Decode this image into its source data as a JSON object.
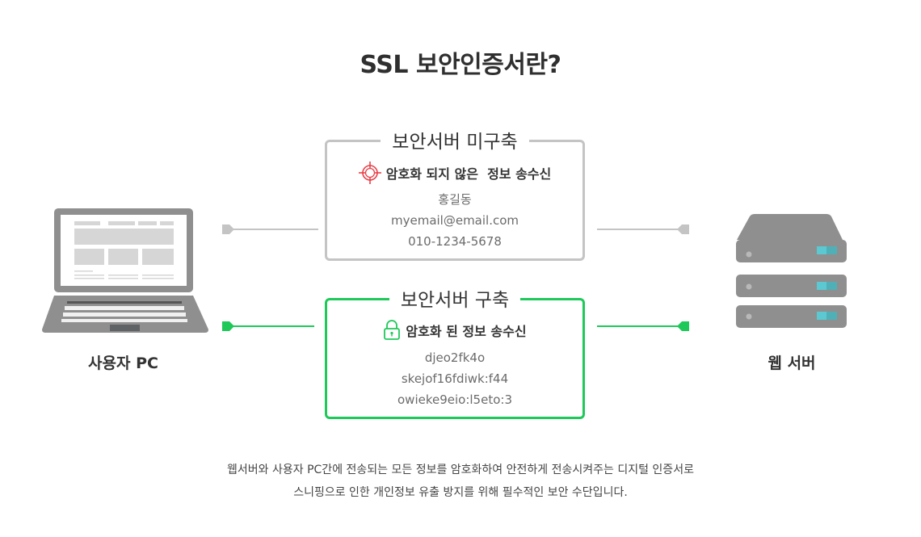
{
  "title": "SSL 보안인증서란?",
  "unsecured": {
    "label": "보안서버 미구축",
    "subtitle": "암호화 되지 않은  정보 송수신",
    "icon": "target-icon",
    "lines": [
      "홍길동",
      "myemail@email.com",
      "010-1234-5678"
    ],
    "color": "#c4c4c4"
  },
  "secured": {
    "label": "보안서버 구축",
    "subtitle": "암호화 된 정보 송수신",
    "icon": "lock-icon",
    "lines": [
      "djeo2fk4o",
      "skejof16fdiwk:f44",
      "owieke9eio:l5eto:3"
    ],
    "color": "#1ec95a"
  },
  "client": {
    "label": "사용자 PC",
    "icon": "laptop-icon"
  },
  "server": {
    "label": "웹 서버",
    "icon": "server-icon"
  },
  "description": [
    "웹서버와 사용자 PC간에 전송되는 모든 정보를 암호화하여 안전하게 전송시켜주는 디지털 인증서로",
    "스니핑으로 인한 개인정보 유출 방지를 위해 필수적인 보안 수단입니다."
  ],
  "colors": {
    "gray": "#c4c4c4",
    "green": "#1ec95a",
    "target_red": "#e8414a",
    "server_led": "#5bc8d2"
  }
}
